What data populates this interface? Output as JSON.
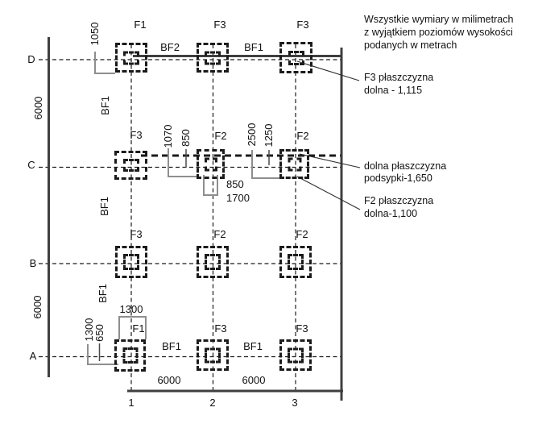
{
  "note": {
    "line1": "Wszystkie wymiary w milimetrach",
    "line2": "z wyjątkiem poziomów wysokości",
    "line3": "podanych w metrach"
  },
  "callouts": {
    "f3_line1": "F3 płaszczyzna",
    "f3_line2": "dolna - 1,115",
    "podsypka_line1": "dolna płaszczyzna",
    "podsypka_line2": "podsypki-1,650",
    "f2_line1": "F2 płaszczyzna",
    "f2_line2": "dolna-1,100"
  },
  "axes": {
    "rows": {
      "d": "D",
      "c": "C",
      "b": "B",
      "a": "A"
    },
    "cols": {
      "c1": "1",
      "c2": "2",
      "c3": "3"
    }
  },
  "footings": {
    "d1": "F1",
    "d2": "F3",
    "d3": "F3",
    "c1": "F3",
    "c2": "F2",
    "c3": "F2",
    "b1": "F3",
    "b2": "F2",
    "b3": "F2",
    "a1": "F1",
    "a2": "F3",
    "a3": "F3"
  },
  "beams": {
    "d12": "BF2",
    "d23": "BF1",
    "a12": "BF1",
    "a23": "BF1",
    "col1_dc": "BF1",
    "col1_cb": "BF1",
    "col1_ba": "BF1"
  },
  "dims": {
    "d1050": "1050",
    "left_dc": "6000",
    "left_ba": "6000",
    "bottom_12": "6000",
    "bottom_23": "6000",
    "c1070": "1070",
    "c850v": "850",
    "c2500": "2500",
    "c1250": "1250",
    "c850": "850",
    "c1700": "1700",
    "a1300top": "1300",
    "a1300v": "1300",
    "a650": "650"
  },
  "colors": {
    "background": "#ffffff",
    "line_strong": "#3f3f3f",
    "line_black": "#1b1b1b",
    "leader_gray": "#8e8e8e",
    "tick_dark": "#4a4a4a",
    "callout_line": "#2e2e2e",
    "text": "#111111"
  }
}
